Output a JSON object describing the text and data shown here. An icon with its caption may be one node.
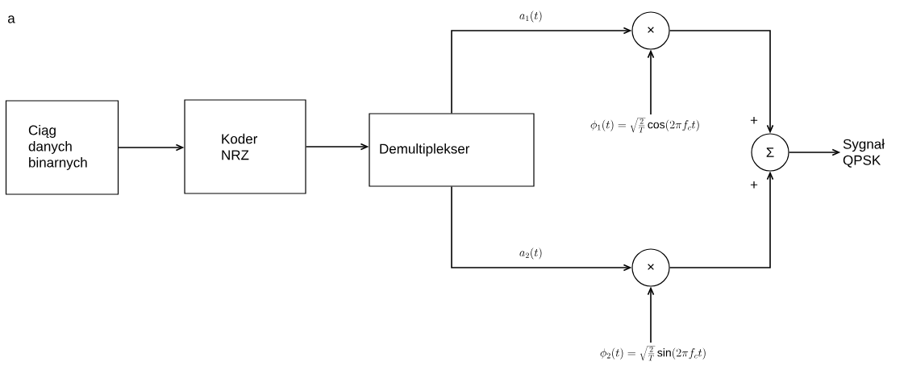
{
  "diagram": {
    "nodes": [
      {
        "text": [
          "Ciąg danych binarnych"
        ]
      },
      {
        "text": [
          "Koder NRZ"
        ]
      },
      {
        "text": [
          "Demultiplekser"
        ]
      },
      {
        "text": [
          "×"
        ]
      },
      {
        "text": [
          "×"
        ]
      },
      {
        "text": [
          "Σ"
        ]
      },
      {
        "text": [
          "\\phi_1(t) = \\sqrt{\\frac{2}{T}}\\cos(2\\pi f_c t)"
        ]
      },
      {
        "text": [
          "\\phi_2(t) = \\sqrt{\\frac{2}{T}}\\sin(2\\pi f_c t)"
        ]
      },
      {
        "text": [
          "Sygnał QPSK"
        ]
      }
    ],
    "edges": [
      {
        "from": 0,
        "to": 1,
        "arrow": "to"
      },
      {
        "from": 1,
        "to": 2,
        "arrow": "to"
      },
      {
        "from": 2,
        "to": 3,
        "arrow": "to",
        "label": "a_1(t)"
      },
      {
        "from": 2,
        "to": 4,
        "arrow": "to",
        "label": "a_2(t)"
      },
      {
        "from": 6,
        "to": 3,
        "arrow": "to"
      },
      {
        "from": 7,
        "to": 4,
        "arrow": "to"
      },
      {
        "from": 3,
        "to": 5,
        "arrow": "to"
      },
      {
        "from": 4,
        "to": 5,
        "arrow": "to"
      },
      {
        "from": 5,
        "to": 8,
        "arrow": "to"
      }
    ],
    "labels": [
      "a",
      "+",
      "+"
    ]
  }
}
